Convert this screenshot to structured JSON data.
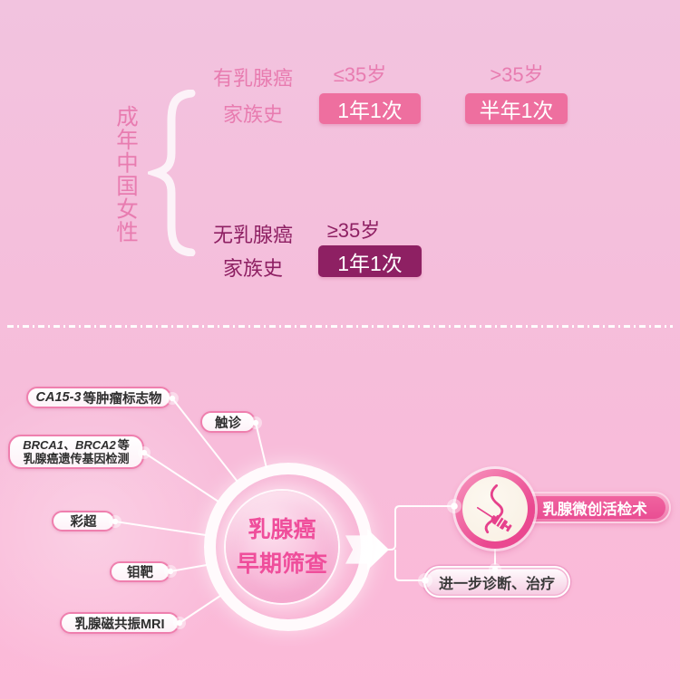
{
  "top_section": {
    "group_label": "成年中国女性",
    "brace": "{",
    "branch_with_history": {
      "condition_line1": "有乳腺癌",
      "condition_line2": "家族史",
      "case1_age": "≤35岁",
      "case1_frequency": "1年1次",
      "case2_age": ">35岁",
      "case2_frequency": "半年1次"
    },
    "branch_without_history": {
      "condition_line1": "无乳腺癌",
      "condition_line2": "家族史",
      "case1_age": "≥35岁",
      "case1_frequency": "1年1次"
    }
  },
  "diagram": {
    "center_line1": "乳腺癌",
    "center_line2": "早期筛查",
    "methods": {
      "tumor_marker_italic": "CA15-3",
      "tumor_marker_rest": "等肿瘤标志物",
      "palpation": "触诊",
      "gene_line1_italic": "BRCA1、BRCA2",
      "gene_line1_rest": "等",
      "gene_line2": "乳腺癌遗传基因检测",
      "ultrasound": "彩超",
      "mammography": "钼靶",
      "mri": "乳腺磁共振MRI"
    },
    "biopsy_label": "乳腺微创活检术",
    "further_label": "进一步诊断、治疗",
    "icons": {
      "biopsy": "syringe-ribbon-icon",
      "arrow": "arrow-right-icon"
    }
  },
  "colors": {
    "background_top": "#f2c3df",
    "background_bottom": "#fcb9d8",
    "pink_text": "#e87cb0",
    "pink_button": "#ee6f9f",
    "dark_magenta": "#8e2063",
    "center_text": "#ef4e9b",
    "pill_border": "#ef7fae",
    "biopsy_pill": "#e94e93",
    "icon_magenta": "#e6418c",
    "white": "#ffffff"
  }
}
